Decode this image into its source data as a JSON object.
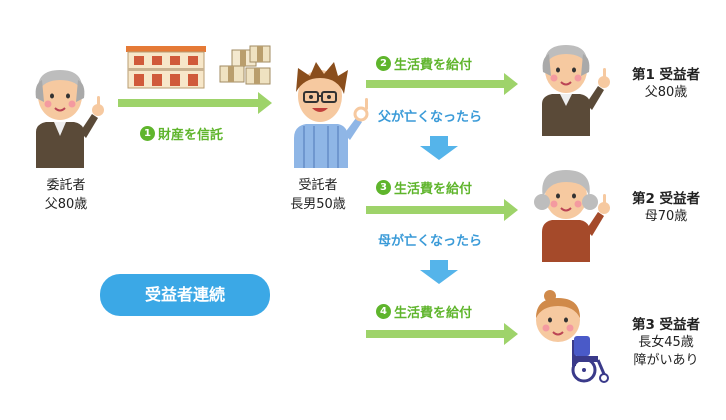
{
  "settlor": {
    "role": "委託者",
    "name": "父80歳"
  },
  "trustee": {
    "role": "受託者",
    "name": "長男50歳"
  },
  "transfer": {
    "num": "1",
    "label": "財産を信託"
  },
  "payments": [
    {
      "num": "2",
      "label": "生活費を給付"
    },
    {
      "num": "3",
      "label": "生活費を給付"
    },
    {
      "num": "4",
      "label": "生活費を給付"
    }
  ],
  "conditions": [
    "父が亡くなったら",
    "母が亡くなったら"
  ],
  "beneficiaries": [
    {
      "title": "第1 受益者",
      "lines": [
        "父80歳"
      ]
    },
    {
      "title": "第2 受益者",
      "lines": [
        "母70歳"
      ]
    },
    {
      "title": "第3 受益者",
      "lines": [
        "長女45歳",
        "障がいあり"
      ]
    }
  ],
  "badge": "受益者連続",
  "colors": {
    "green": "#5fb52c",
    "arrow_green": "#9ed36a",
    "blue": "#3b9bd8",
    "arrow_blue": "#55b4ea",
    "badge": "#3ba8e6"
  },
  "icons": [
    "grandfather-icon",
    "apartment-icon",
    "money-stacks-icon",
    "son-icon",
    "grandmother-icon",
    "daughter-icon",
    "wheelchair-icon"
  ]
}
